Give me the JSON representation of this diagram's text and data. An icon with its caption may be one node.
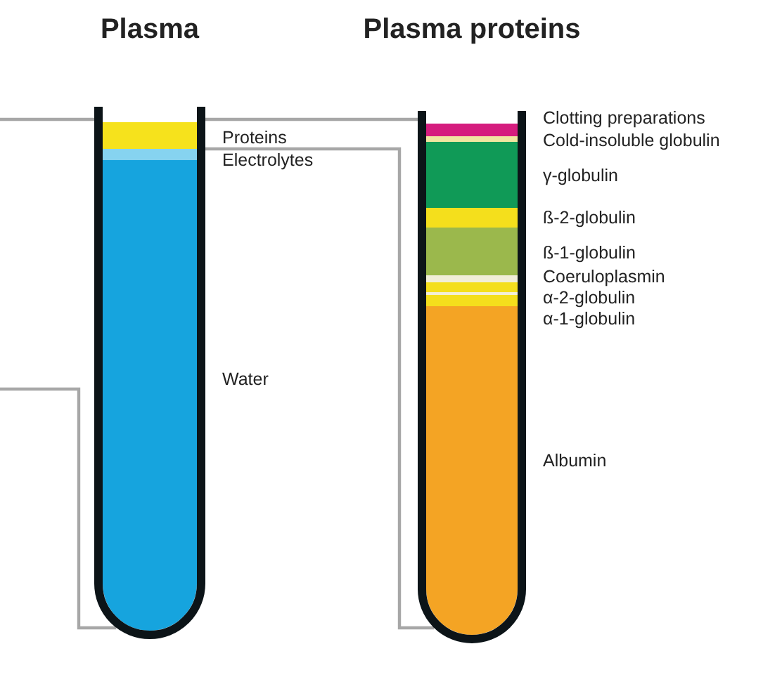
{
  "diagram": {
    "nodes": [
      {
        "text": [
          "Plasma"
        ]
      },
      {
        "text": [
          "Plasma proteins"
        ]
      }
    ],
    "edges": [
      {
        "from": null,
        "to": 0,
        "arrow": "none"
      },
      {
        "from": null,
        "to": 0,
        "arrow": "none"
      },
      {
        "from": 0,
        "to": 1,
        "arrow": "none"
      },
      {
        "from": 0,
        "to": 1,
        "arrow": "none"
      }
    ],
    "labels": [
      "Proteins",
      "Electrolytes",
      "Water",
      "Clotting preparations",
      "Cold-insoluble globulin",
      "γ-globulin",
      "ß-2-globulin",
      "ß-1-globulin",
      "Coeruloplasmin",
      "α-2-globulin",
      "α-1-globulin",
      "Albumin"
    ]
  }
}
